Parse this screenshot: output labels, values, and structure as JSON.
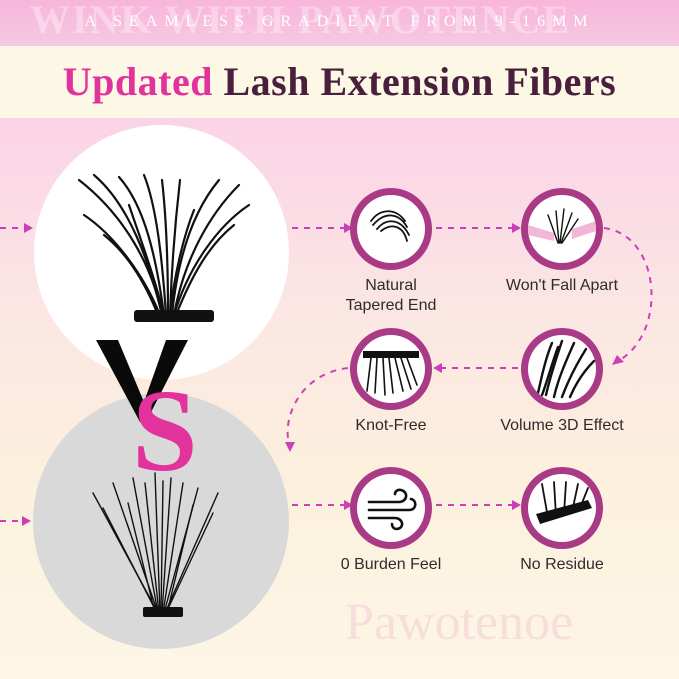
{
  "header": {
    "watermark": "WINK WITH PAWOTENCE",
    "tagline": "A SEAMLESS GRADIENT FROM 9-16MM"
  },
  "title": {
    "highlight": "Updated",
    "rest": "Lash Extension Fibers"
  },
  "comparison": {
    "v_letter": "V",
    "s_letter": "S"
  },
  "features": [
    {
      "line1": "Natural",
      "line2": "Tapered End"
    },
    {
      "line1": "Won't Fall Apart",
      "line2": ""
    },
    {
      "line1": "Knot-Free",
      "line2": ""
    },
    {
      "line1": "Volume 3D Effect",
      "line2": ""
    },
    {
      "line1": "0 Burden Feel",
      "line2": ""
    },
    {
      "line1": "No Residue",
      "line2": ""
    }
  ],
  "icons": [
    "tapered-lash-icon",
    "tweezers-lash-icon",
    "knot-free-lash-icon",
    "volume-lash-icon",
    "wind-icon",
    "lash-base-icon"
  ],
  "brand": "Pawotenoe",
  "colors": {
    "accent_pink": "#e2329b",
    "title_dark": "#4a1f3d",
    "ring_purple": "#a83a86",
    "arrow_magenta": "#cc3fb6"
  }
}
